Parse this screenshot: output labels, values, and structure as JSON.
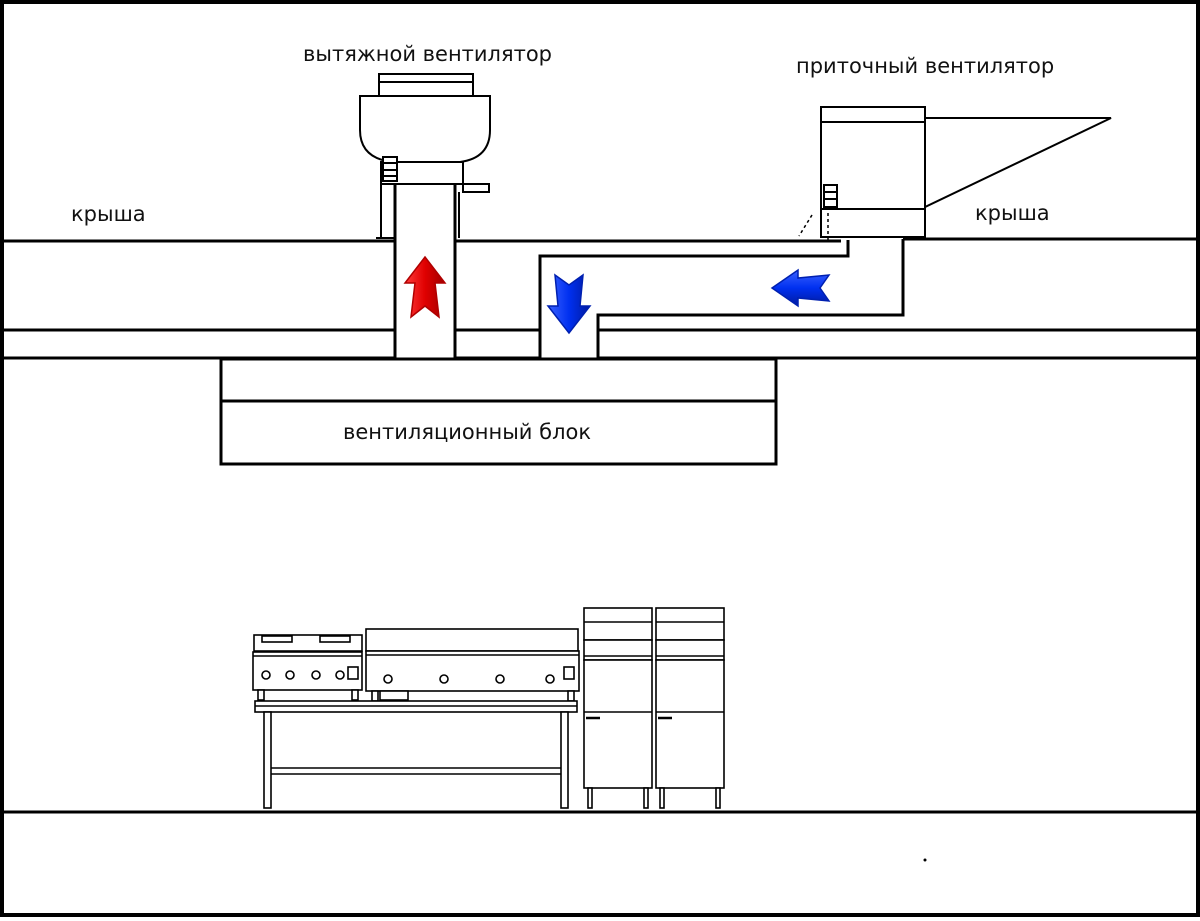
{
  "labels": {
    "exhaust_fan": "вытяжной вентилятор",
    "supply_fan": "приточный вентилятор",
    "roof_left": "крыша",
    "roof_right": "крыша",
    "vent_unit": "вентиляционный блок"
  },
  "colors": {
    "line": "#000000",
    "exhaust_arrow": "#ff0000",
    "supply_arrow": "#0033ff",
    "background": "#ffffff"
  }
}
